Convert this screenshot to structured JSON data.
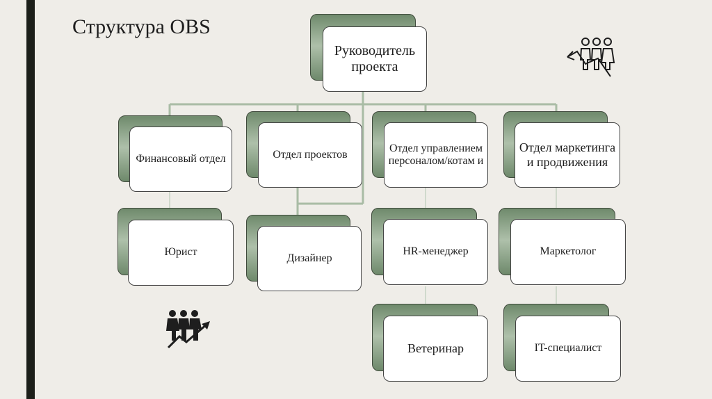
{
  "slide": {
    "title": "Структура OBS"
  },
  "nodes": {
    "root": "Руководитель проекта",
    "finance": "Финансовый отдел",
    "projects": "Отдел проектов",
    "hr_dept": "Отдел управлением персоналом/котам и",
    "marketing_dept": "Отдел маркетинга и продвижения",
    "lawyer": "Юрист",
    "designer": "Дизайнер",
    "hr_manager": "HR-менеджер",
    "marketer": "Маркетолог",
    "vet": "Ветеринар",
    "it": "IT-специалист"
  },
  "icons": {
    "top_right": "people-growth-icon",
    "bottom_left": "people-growth-icon"
  },
  "colors": {
    "accent_green": "#8fa68b",
    "connector": "#a9bca5"
  }
}
